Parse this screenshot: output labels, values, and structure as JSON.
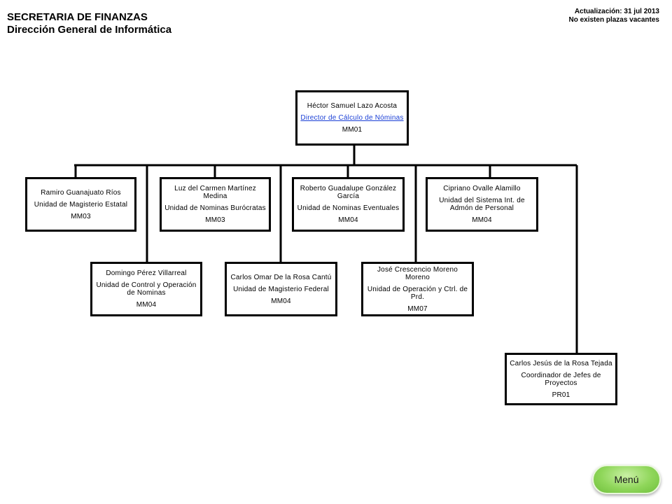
{
  "header": {
    "org_title": "SECRETARIA DE FINANZAS",
    "org_subtitle": "Dirección General de Informática",
    "update_line": "Actualización: 31 jul 2013",
    "vacancy_line": "No existen plazas  vacantes"
  },
  "director": {
    "name": "Héctor Samuel Lazo Acosta",
    "position": "Director de Cálculo de Nóminas",
    "code": "MM01"
  },
  "units": [
    {
      "name": "Ramiro Guanajuato Ríos",
      "position": "Unidad de Magisterio Estatal",
      "code": "MM03"
    },
    {
      "name": "Luz del Carmen Martínez Medina",
      "position": "Unidad de Nominas Burócratas",
      "code": "MM03"
    },
    {
      "name": "Roberto Guadalupe González García",
      "position": "Unidad de Nominas Eventuales",
      "code": "MM04"
    },
    {
      "name": "Cipriano Ovalle Alamillo",
      "position": "Unidad del Sistema Int. de Admón de Personal",
      "code": "MM04"
    },
    {
      "name": "Domingo Pérez Villarreal",
      "position": "Unidad de Control y Operación de Nominas",
      "code": "MM04"
    },
    {
      "name": "Carlos Omar De la Rosa Cantú",
      "position": "Unidad de Magisterio Federal",
      "code": "MM04"
    },
    {
      "name": "José Crescencio Moreno Moreno",
      "position": "Unidad de Operación y Ctrl. de Prd.",
      "code": "MM07"
    },
    {
      "name": "Carlos Jesús de la Rosa Tejada",
      "position": "Coordinador de Jefes de Proyectos",
      "code": "PR01"
    }
  ],
  "menu": {
    "label": "Menú"
  }
}
